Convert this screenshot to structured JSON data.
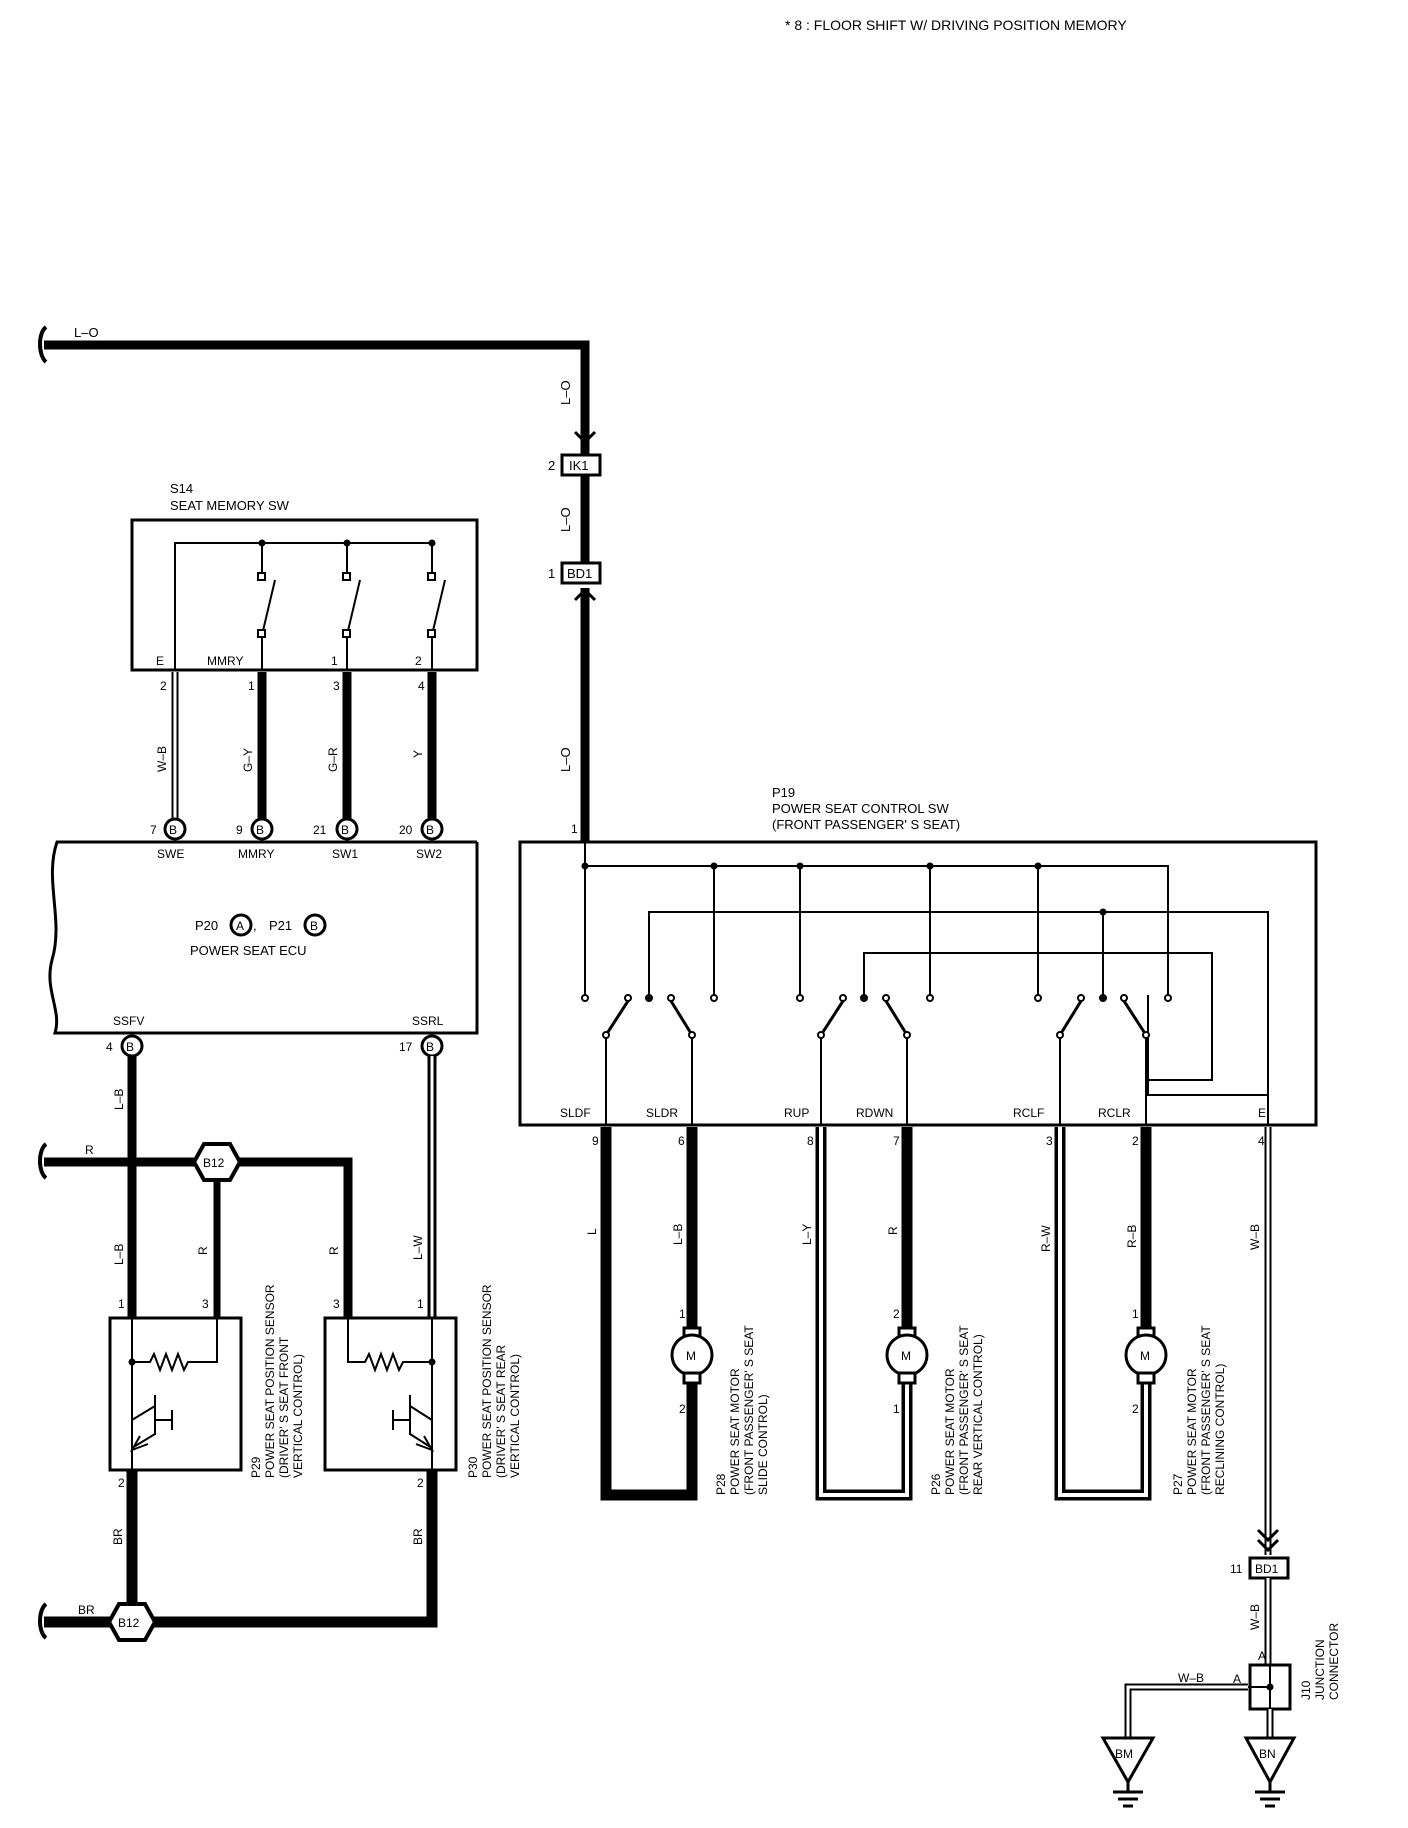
{
  "note": "* 8 : FLOOR SHIFT W/ DRIVING POSITION MEMORY",
  "wire_colors": {
    "lo_top": "L–O",
    "lo_1": "L–O",
    "lo_2": "L–O",
    "lo_3": "L–O",
    "wb_swe": "W–B",
    "gy_mmry": "G–Y",
    "gr_sw1": "G–R",
    "y_sw2": "Y",
    "lb_ssfv": "L–B",
    "lw_ssrl": "L–W",
    "r_left": "R",
    "r_p29": "R",
    "r_p30": "R",
    "br_left": "BR",
    "br_p29": "BR",
    "br_p30": "BR",
    "l_sldf": "L",
    "lb_sldr": "L–B",
    "ly_rup": "L–Y",
    "r_rdwn": "R",
    "rw_rclf": "R–W",
    "rb_rclr": "R–B",
    "wb_e": "W–B",
    "wb_j10": "W–B",
    "wb_bm": "W–B"
  },
  "connectors": {
    "ik1": {
      "label": "IK1",
      "pin": "2"
    },
    "bd1_top": {
      "label": "BD1",
      "pin": "1"
    },
    "bd1_bottom": {
      "label": "BD1",
      "pin": "11"
    },
    "b12_top": "B12",
    "b12_bottom": "B12",
    "b_letter": "B",
    "a_letter": "A"
  },
  "s14": {
    "code": "S14",
    "name": "SEAT MEMORY SW",
    "terminals": [
      "E",
      "MMRY",
      "1",
      "2"
    ],
    "pins": [
      "2",
      "1",
      "3",
      "4"
    ]
  },
  "ecu": {
    "codes": "P20 A , P21 B",
    "code_p20": "P20",
    "code_p21": "P21",
    "name": "POWER SEAT ECU",
    "top_terminals": [
      "SWE",
      "MMRY",
      "SW1",
      "SW2"
    ],
    "top_pins": [
      "7",
      "9",
      "21",
      "20"
    ],
    "bottom_terminals": [
      "SSFV",
      "SSRL"
    ],
    "bottom_pins": [
      "4",
      "17"
    ]
  },
  "p19": {
    "code": "P19",
    "name": "POWER SEAT CONTROL SW",
    "sub": "(FRONT PASSENGER' S SEAT)",
    "input_pin": "1",
    "terminals": [
      "SLDF",
      "SLDR",
      "RUP",
      "RDWN",
      "RCLF",
      "RCLR",
      "E"
    ],
    "pins": [
      "9",
      "6",
      "8",
      "7",
      "3",
      "2",
      "4"
    ]
  },
  "sensors": {
    "p29": {
      "lines": [
        "P29",
        "POWER SEAT POSITION SENSOR",
        "(DRIVER' S SEAT FRONT",
        "VERTICAL CONTROL)"
      ],
      "pins": [
        "1",
        "3",
        "2"
      ]
    },
    "p30": {
      "lines": [
        "P30",
        "POWER SEAT POSITION SENSOR",
        "(DRIVER' S SEAT REAR",
        "VERTICAL CONTROL)"
      ],
      "pins": [
        "3",
        "1",
        "2"
      ]
    }
  },
  "motors": {
    "symbol": "M",
    "p28": {
      "lines": [
        "P28",
        "POWER SEAT MOTOR",
        "(FRONT PASSENGER' S SEAT",
        "SLIDE CONTROL)"
      ],
      "pins": [
        "1",
        "2"
      ]
    },
    "p26": {
      "lines": [
        "P26",
        "POWER SEAT MOTOR",
        "(FRONT PASSENGER' S SEAT",
        "REAR VERTICAL CONTROL)"
      ],
      "pins": [
        "2",
        "1"
      ]
    },
    "p27": {
      "lines": [
        "P27",
        "POWER SEAT MOTOR",
        "(FRONT PASSENGER' S SEAT",
        "RECLINING CONTROL)"
      ],
      "pins": [
        "1",
        "2"
      ]
    }
  },
  "j10": {
    "lines": [
      "J10",
      "JUNCTION",
      "CONNECTOR"
    ],
    "pins": [
      "A",
      "A"
    ]
  },
  "grounds": [
    "BM",
    "BN"
  ]
}
